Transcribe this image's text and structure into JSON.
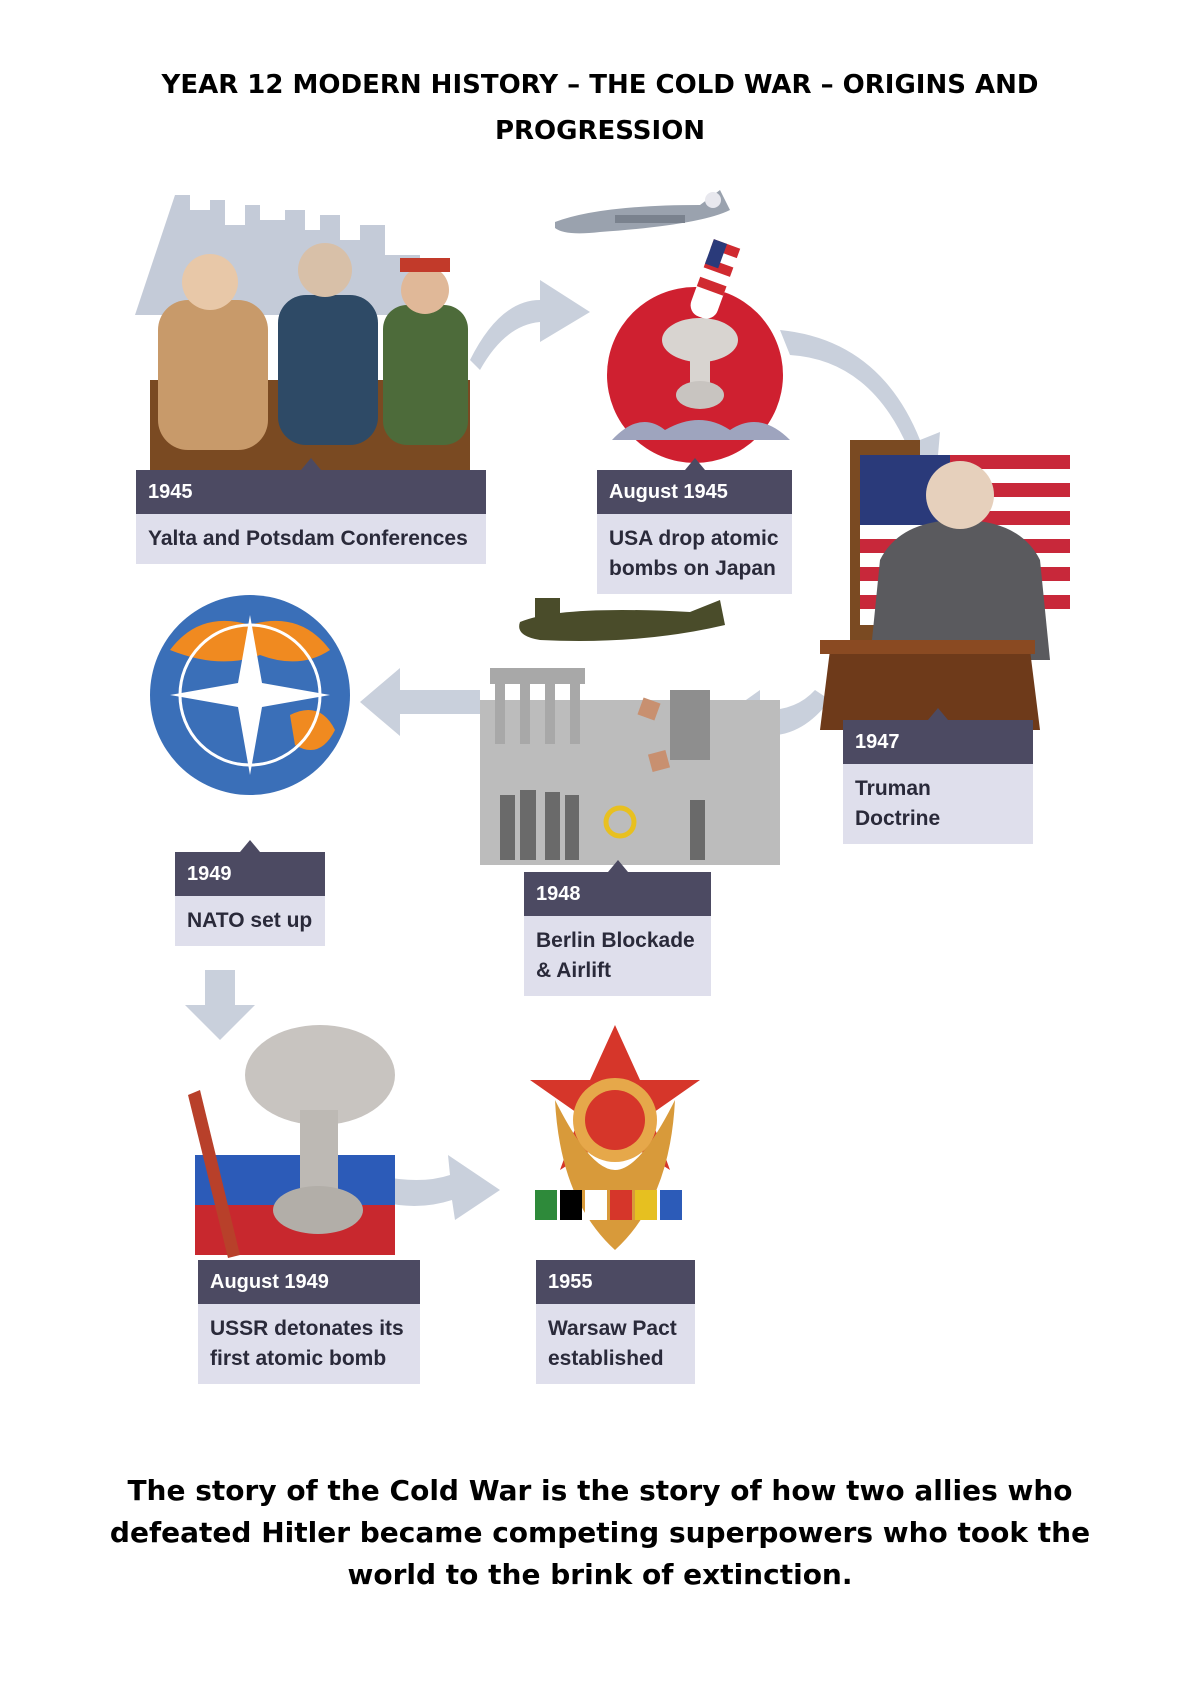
{
  "title": "YEAR 12 MODERN HISTORY – THE COLD WAR – ORIGINS AND PROGRESSION",
  "events": [
    {
      "year": "1945",
      "text": "Yalta and Potsdam Conferences"
    },
    {
      "year": "August 1945",
      "text": "USA drop atomic bombs on Japan"
    },
    {
      "year": "1947",
      "text": "Truman Doctrine"
    },
    {
      "year": "1948",
      "text": "Berlin Blockade & Airlift"
    },
    {
      "year": "1949",
      "text": "NATO set up"
    },
    {
      "year": "August 1949",
      "text": "USSR detonates its first atomic bomb"
    },
    {
      "year": "1955",
      "text": "Warsaw Pact established"
    }
  ],
  "footer": "The story of the Cold War is the story of how two allies who defeated Hitler became competing superpowers who took the world to the brink of extinction.",
  "colors": {
    "label_bg": "#4c4a62",
    "card_bg": "#dfdfec",
    "arrow": "#c9d0dc"
  }
}
